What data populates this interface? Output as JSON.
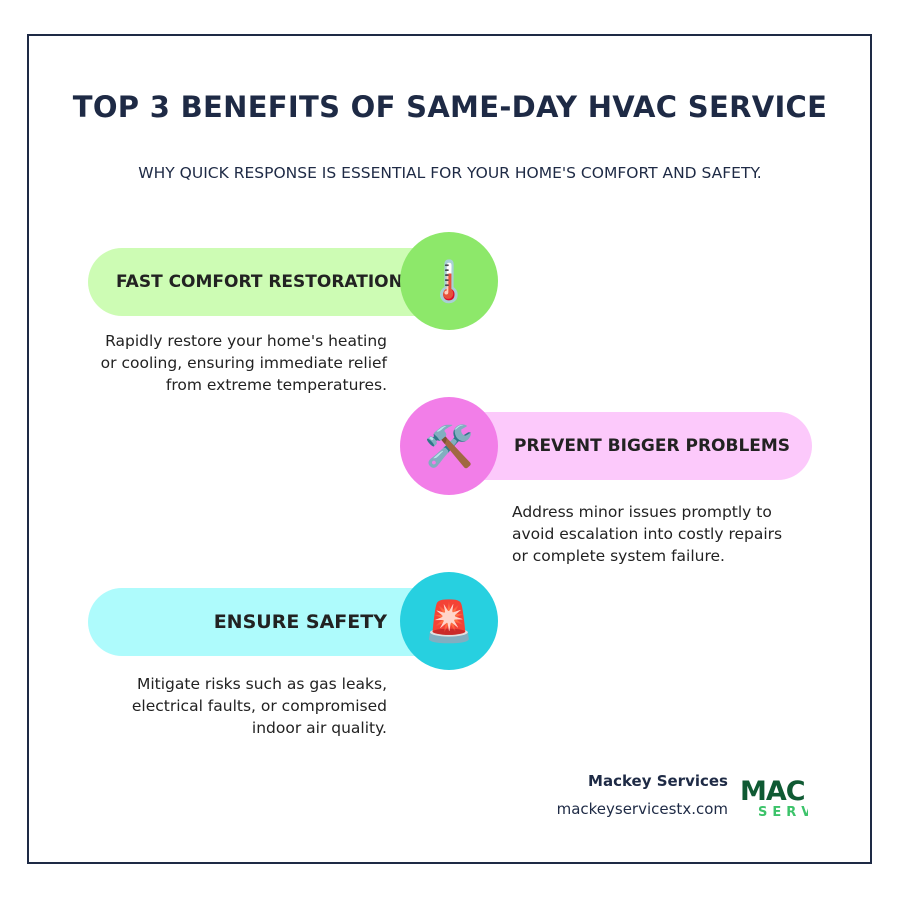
{
  "title": "TOP 3 BENEFITS OF SAME-DAY HVAC SERVICE",
  "subtitle": "WHY QUICK RESPONSE IS ESSENTIAL FOR YOUR HOME'S COMFORT AND SAFETY.",
  "benefits": [
    {
      "heading": "FAST COMFORT RESTORATION",
      "icon": "thermometer-icon",
      "glyph": "🌡️",
      "pill_color": "#cdfcb4",
      "circle_color": "#8de86a",
      "description": "Rapidly restore your home's heating or cooling, ensuring immediate relief from extreme temperatures."
    },
    {
      "heading": "PREVENT BIGGER PROBLEMS",
      "icon": "hammer-and-wrench-icon",
      "glyph": "🛠️",
      "pill_color": "#fcc9fb",
      "circle_color": "#f27ee8",
      "description": "Address minor issues promptly to avoid escalation into costly repairs or complete system failure."
    },
    {
      "heading": "ENSURE SAFETY",
      "icon": "rotating-light-icon",
      "glyph": "🚨",
      "pill_color": "#aefbfc",
      "circle_color": "#27d0e0",
      "description": "Mitigate risks such as gas leaks, electrical faults, or compromised indoor air quality."
    }
  ],
  "footer": {
    "company": "Mackey Services",
    "website": "mackeyservicestx.com",
    "logo_text_top": "MAC",
    "logo_text_bottom": "SERV"
  }
}
